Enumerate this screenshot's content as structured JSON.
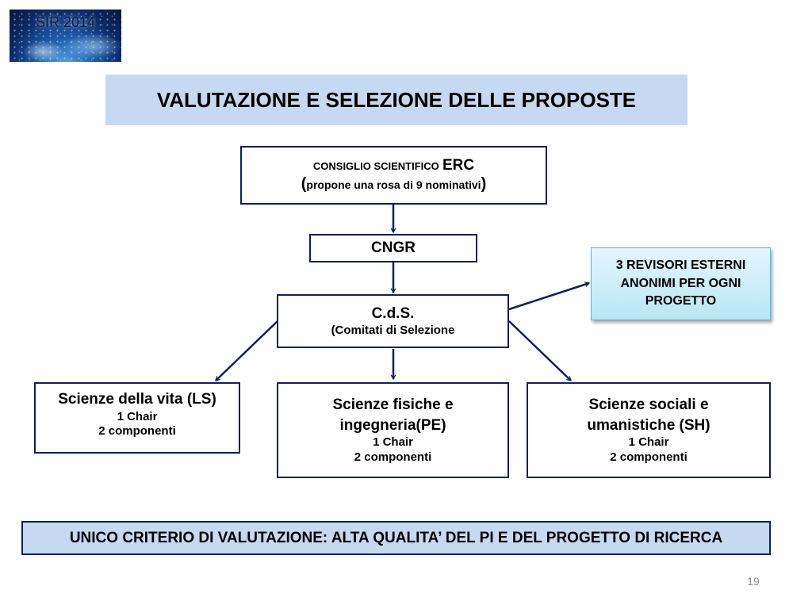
{
  "logo": {
    "text": "SIR 2014"
  },
  "title": "VALUTAZIONE E SELEZIONE DELLE PROPOSTE",
  "nodes": {
    "erc": {
      "line1_small": "CONSIGLIO SCIENTIFICO",
      "line1_big": "ERC",
      "paren_open": "(",
      "line2": "propone una rosa di 9 nominativi",
      "paren_close": ")"
    },
    "cngr": {
      "label": "CNGR"
    },
    "cds": {
      "label": "C.d.S.",
      "sub": "(Comitati di Selezione"
    },
    "revisori": {
      "lines": [
        "3 REVISORI  ESTERNI",
        "ANONIMI PER OGNI",
        "PROGETTO"
      ]
    },
    "ls": {
      "title": "Scienze della vita (LS)",
      "chair": "1 Chair",
      "members": "2 componenti"
    },
    "pe": {
      "title_line1": "Scienze fisiche e",
      "title_line2": "ingegneria(PE)",
      "chair": "1 Chair",
      "members": "2 componenti"
    },
    "sh": {
      "title_line1": "Scienze sociali e",
      "title_line2": "umanistiche (SH)",
      "chair": "1 Chair",
      "members": "2 componenti"
    }
  },
  "footer": {
    "criterion": "UNICO CRITERIO DI VALUTAZIONE: ALTA QUALITA’ DEL PI E DEL PROGETTO DI RICERCA"
  },
  "page_number": "19",
  "colors": {
    "border": "#0f1f5c",
    "title_bg": "#c6d9f1",
    "revisori_bg": "#b9e6f6"
  }
}
